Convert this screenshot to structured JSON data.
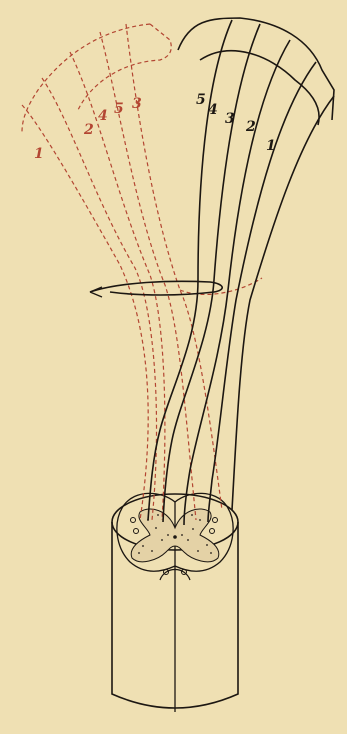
{
  "colors": {
    "paper": "#efe0b3",
    "ink": "#1c1712",
    "red_nerve": "#b34632",
    "gray_matter": "#e4d2a6"
  },
  "left_labels": [
    "1",
    "2",
    "4",
    "5",
    "3"
  ],
  "right_labels": [
    "5",
    "4",
    "3",
    "2",
    "1"
  ]
}
